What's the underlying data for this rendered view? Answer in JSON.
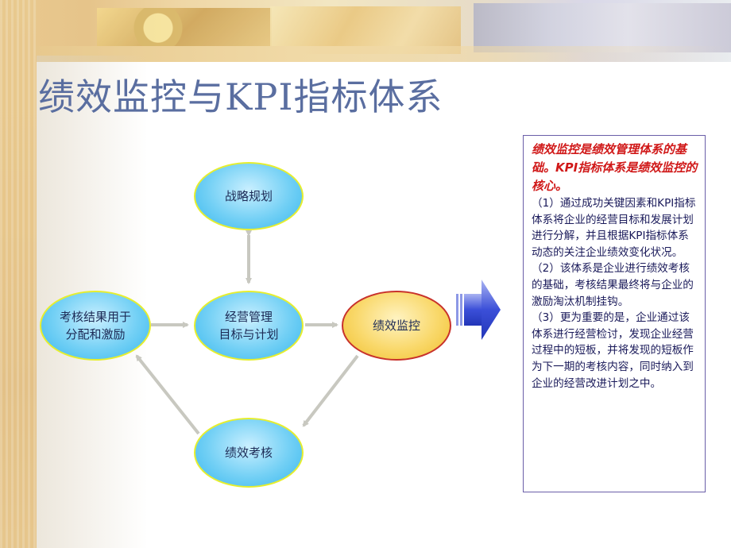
{
  "slide": {
    "title": "绩效监控与KPI指标体系"
  },
  "diagram": {
    "node_strategy": "战略规划",
    "node_business_line1": "经营管理",
    "node_business_line2": "目标与计划",
    "node_monitor": "绩效监控",
    "node_appraisal": "绩效考核",
    "node_result_line1": "考核结果用于",
    "node_result_line2": "分配和激励"
  },
  "info": {
    "highlight": "绩效监控是绩效管理体系的基础。KPI指标体系是绩效监控的核心。",
    "point1_num": "（1）",
    "point1_text": "通过成功关键因素和KPI指标体系将企业的经营目标和发展计划进行分解，并且根据KPI指标体系动态的关注企业绩效变化状况。",
    "point2_num": "（2）",
    "point2_text": "该体系是企业进行绩效考核的基础，考核结果最终将与企业的激励淘汰机制挂钩。",
    "point3_num": "（3）",
    "point3_text": "更为重要的是，企业通过该体系进行经营检讨，发现企业经营过程中的短板，并将发现的短板作为下一期的考核内容，同时纳入到企业的经营改进计划之中。"
  },
  "colors": {
    "title": "#5a6ea0",
    "ellipse_fill": "#4fc3f0",
    "ellipse_border": "#e6ee2e",
    "monitor_fill": "#f7cf4a",
    "monitor_border": "#c8322c",
    "connector": "#c8c8c0",
    "highlight_text": "#d01818",
    "body_text": "#1a1a5a",
    "block_arrow": "#3b4fd8"
  }
}
